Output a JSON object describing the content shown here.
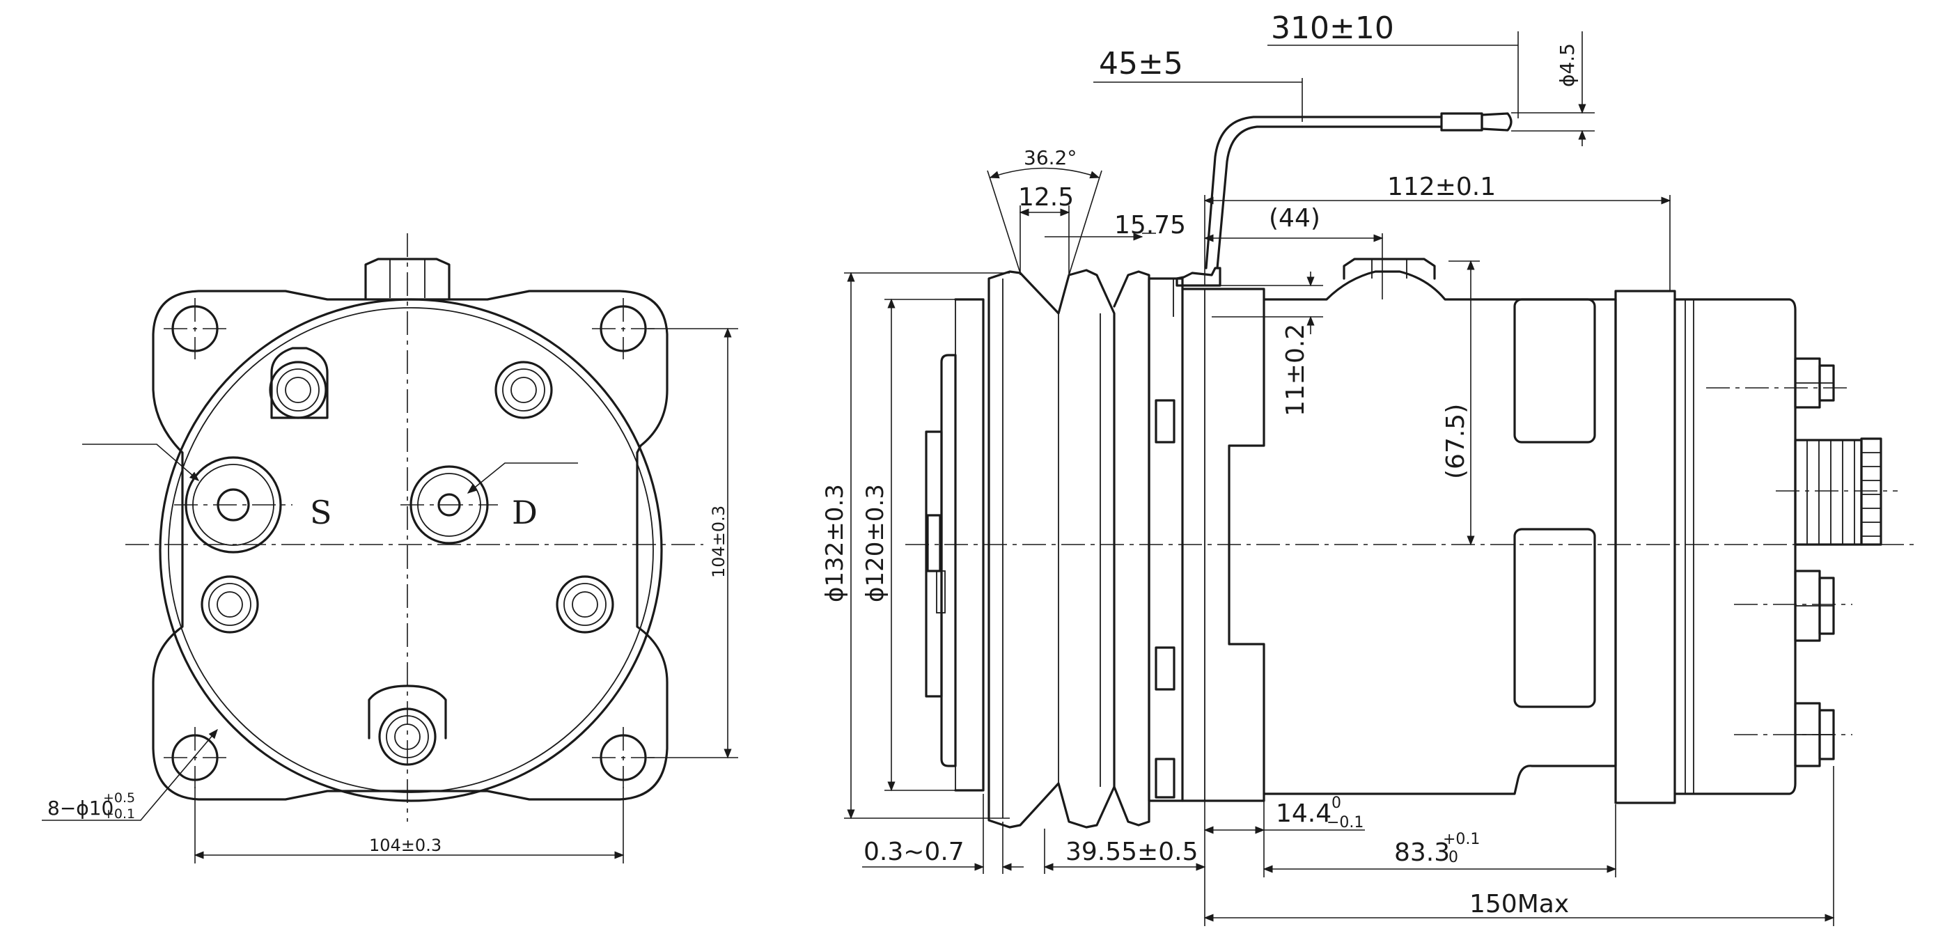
{
  "front_view": {
    "suction_label": "S",
    "discharge_label": "D",
    "width_dim": "104±0.3",
    "height_dim": "104±0.3",
    "holes_prefix": "8−ϕ10",
    "holes_tol_upper": "+0.5",
    "holes_tol_lower": "+0.1"
  },
  "side_view": {
    "wire_length": "310±10",
    "wire_lead": "45±5",
    "terminal_dia": "ϕ4.5",
    "groove_angle": "36.2°",
    "groove_pitch": "12.5",
    "groove_offset": "15.75",
    "body_length": "112±0.1",
    "port_offset": "(44)",
    "port_height": "11±0.2",
    "port_center": "(67.5)",
    "pulley_dia": "ϕ132±0.3",
    "clutch_dia": "ϕ120±0.3",
    "air_gap": "0.3~0.7",
    "pulley_pos": "39.55±0.5",
    "flange_base": "14.4",
    "flange_tol_upper": "0",
    "flange_tol_lower": "−0.1",
    "mount_base": "83.3",
    "mount_tol_upper": "+0.1",
    "mount_tol_lower": "0",
    "overall_length": "150Max"
  }
}
